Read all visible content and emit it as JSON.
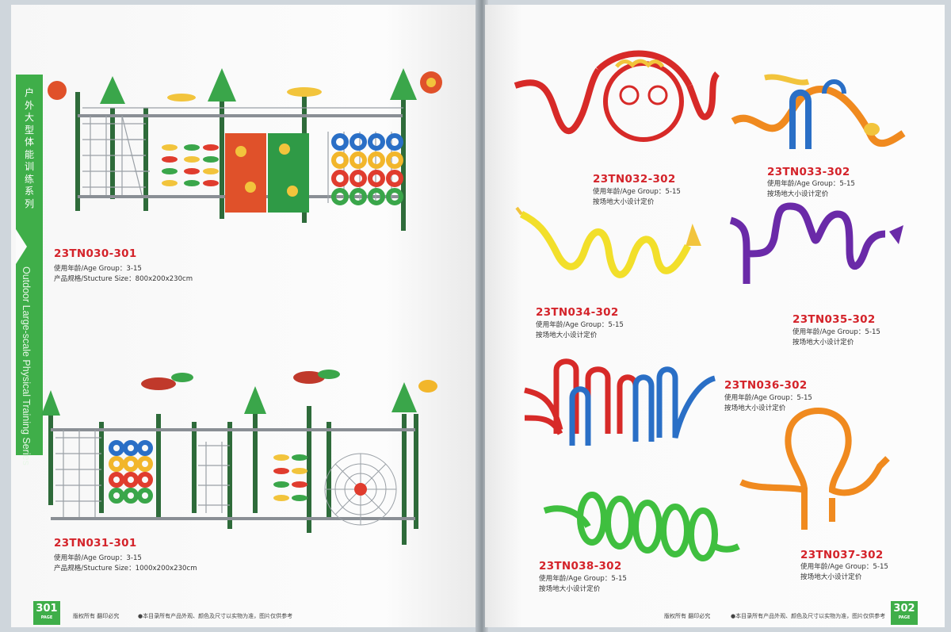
{
  "sidebar": {
    "title_cn_chars": [
      "户",
      "外",
      "大",
      "型",
      "体",
      "能",
      "训",
      "练",
      "系",
      "列"
    ],
    "title_en": "Outdoor Large-scale Physical Training Series",
    "color": "#3fae49"
  },
  "left_page": {
    "products": [
      {
        "code": "23TN030-301",
        "age": "使用年龄/Age Group：3-15",
        "size": "产品规格/Stucture Size：800x200x230cm"
      },
      {
        "code": "23TN031-301",
        "age": "使用年龄/Age Group：3-15",
        "size": "产品规格/Stucture Size：1000x200x230cm"
      }
    ],
    "page_number": "301",
    "page_label": "PAGE",
    "footer_rights": "版权所有   翻印必究",
    "footer_note": "●本目录所有产品外观、颜色及尺寸以实物为准，图片仅供参考"
  },
  "right_page": {
    "products": [
      {
        "code": "23TN032-302",
        "age": "使用年龄/Age Group：5-15",
        "note": "按场地大小设计定价"
      },
      {
        "code": "23TN033-302",
        "age": "使用年龄/Age Group：5-15",
        "note": "按场地大小设计定价"
      },
      {
        "code": "23TN034-302",
        "age": "使用年龄/Age Group：5-15",
        "note": "按场地大小设计定价"
      },
      {
        "code": "23TN035-302",
        "age": "使用年龄/Age Group：5-15",
        "note": "按场地大小设计定价"
      },
      {
        "code": "23TN036-302",
        "age": "使用年龄/Age Group：5-15",
        "note": "按场地大小设计定价"
      },
      {
        "code": "23TN037-302",
        "age": "使用年龄/Age Group：5-15",
        "note": "按场地大小设计定价"
      },
      {
        "code": "23TN038-302",
        "age": "使用年龄/Age Group：5-15",
        "note": "按场地大小设计定价"
      }
    ],
    "page_number": "302",
    "page_label": "PAGE",
    "footer_rights": "版权所有   翻印必究",
    "footer_note": "●本目录所有产品外观、颜色及尺寸以实物为准，图片仅供参考"
  }
}
